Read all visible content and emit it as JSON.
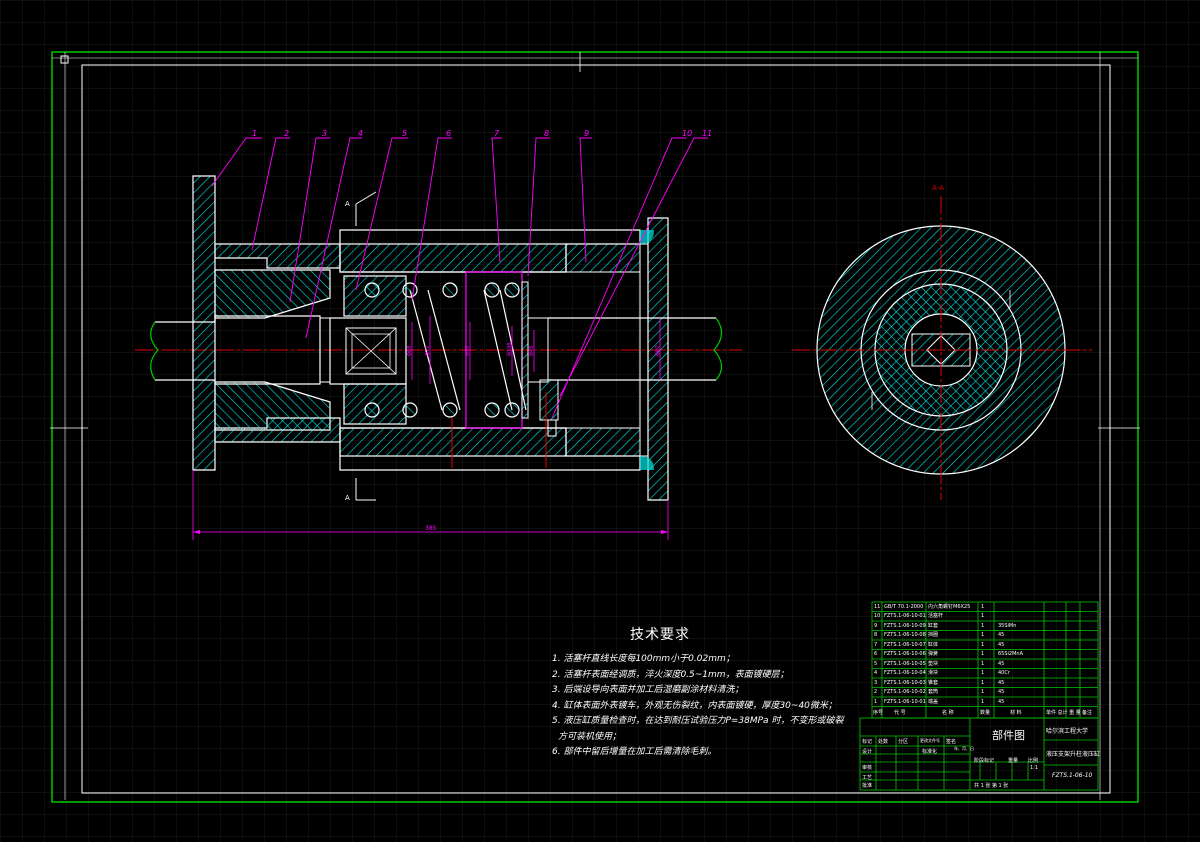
{
  "drawing": {
    "colors": {
      "background": "#000000",
      "grid": "#1e1e1e",
      "grid_major": "#2a2a2a",
      "outline": "#ffffff",
      "hatch": "#00e5e5",
      "centerline": "#e60000",
      "leader": "#ff00ff",
      "border": "#00c800",
      "table": "#00c800"
    },
    "section_label": "A",
    "view_label": "A-A",
    "part_numbers": [
      "1",
      "2",
      "3",
      "4",
      "5",
      "6",
      "7",
      "8",
      "9",
      "10",
      "11"
    ],
    "overall_dimension": "385",
    "small_dimensions": [
      "Φ88",
      "Φ72",
      "Φ90",
      "Φ108",
      "Φ48",
      "Φ60"
    ]
  },
  "tech_requirements": {
    "title": "技术要求",
    "items": [
      "1. 活塞杆直线长度每100mm小于0.02mm；",
      "2. 活塞杆表面经调质，淬火深度0.5~1mm，表面镀硬层；",
      "3. 后端设导向表面并加工后湿磨副涂材料清洗；",
      "4. 缸体表面外表镀车，外观无伤裂纹，内表面镀硬，厚度30~40微米；",
      "5. 液压缸质量检查时，在达到耐压试验压力P=38MPa 时，不变形或破裂",
      "方可装机使用；",
      "6. 部件中留后增量在加工后需清除毛刺。"
    ]
  },
  "bom": {
    "rows": [
      {
        "no": "11",
        "code": "GB/T 70.1-2000",
        "name": "内六角螺钉M6X25",
        "qty": "1",
        "material": ""
      },
      {
        "no": "10",
        "code": "FZTS.1-06-10-01",
        "name": "活塞杆",
        "qty": "1",
        "material": ""
      },
      {
        "no": "9",
        "code": "FZTS.1-06-10-09",
        "name": "缸套",
        "qty": "1",
        "material": "35SiMn"
      },
      {
        "no": "8",
        "code": "FZTS.1-06-10-08",
        "name": "挡圈",
        "qty": "1",
        "material": "45"
      },
      {
        "no": "7",
        "code": "FZTS.1-06-10-07",
        "name": "缸体",
        "qty": "1",
        "material": "45"
      },
      {
        "no": "6",
        "code": "FZTS.1-06-10-06",
        "name": "弹簧",
        "qty": "1",
        "material": "65Si2MnA"
      },
      {
        "no": "5",
        "code": "FZTS.1-06-10-05",
        "name": "垫块",
        "qty": "1",
        "material": "45"
      },
      {
        "no": "4",
        "code": "FZTS.1-06-10-04",
        "name": "滑块",
        "qty": "1",
        "material": "40Cr"
      },
      {
        "no": "3",
        "code": "FZTS.1-06-10-03",
        "name": "锥套",
        "qty": "1",
        "material": "45"
      },
      {
        "no": "2",
        "code": "FZTS.1-06-10-02",
        "name": "套筒",
        "qty": "1",
        "material": "45"
      },
      {
        "no": "1",
        "code": "FZTS.1-06-10-01",
        "name": "端盖",
        "qty": "1",
        "material": "45"
      }
    ],
    "header": {
      "no": "序号",
      "code": "代 号",
      "name": "名 称",
      "qty": "数量",
      "material": "材 料",
      "weight": "单件 总计 重 量",
      "note": "备注"
    }
  },
  "title_block": {
    "school": "哈尔滨工程大学",
    "drawing_type": "部件图",
    "part_name": "液压支架升柱液压缸",
    "drawing_no": "FZTS.1-06-10",
    "scale": "1:1",
    "sheet": "共 1 张 第 1 张",
    "rows_left": [
      "标记",
      "处数",
      "分区",
      "更改文件号",
      "签名",
      "年、月、日"
    ],
    "design": "设计",
    "check": "审核",
    "process": "工艺",
    "approve": "批准",
    "std": "标准化",
    "stage": "阶段标记",
    "weight": "重量",
    "ratio": "比例"
  }
}
